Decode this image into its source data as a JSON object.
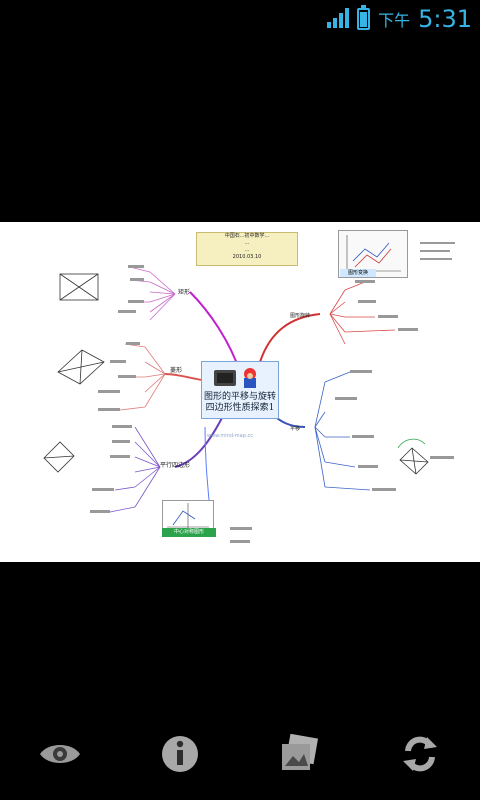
{
  "status_bar": {
    "ampm": "下午",
    "time": "5:31",
    "icons": [
      "signal-icon",
      "battery-icon"
    ],
    "accent_color": "#36b4e5"
  },
  "viewer": {
    "image": {
      "note_lines": [
        "中国石...初中数学...",
        "...",
        "...",
        "2010.03.10"
      ],
      "center_title_line1": "图形的平移与旋转",
      "center_title_line2": "四边形性质探索1",
      "watermark": "www.mind-map.cc",
      "thumbnail_label": "图形变换",
      "sub_thumbnail_label": "中心对称图形",
      "branches": {
        "left_top": "矩形",
        "left_middle": "菱形",
        "left_bottom": "平行四边形",
        "right_top": "图形旋转",
        "right_bottom": "平移"
      }
    }
  },
  "bottom_bar": {
    "buttons": [
      {
        "name": "view-button",
        "icon": "eye-icon"
      },
      {
        "name": "info-button",
        "icon": "info-icon"
      },
      {
        "name": "wallpaper-button",
        "icon": "picture-icon"
      },
      {
        "name": "rotate-button",
        "icon": "refresh-icon"
      }
    ]
  }
}
